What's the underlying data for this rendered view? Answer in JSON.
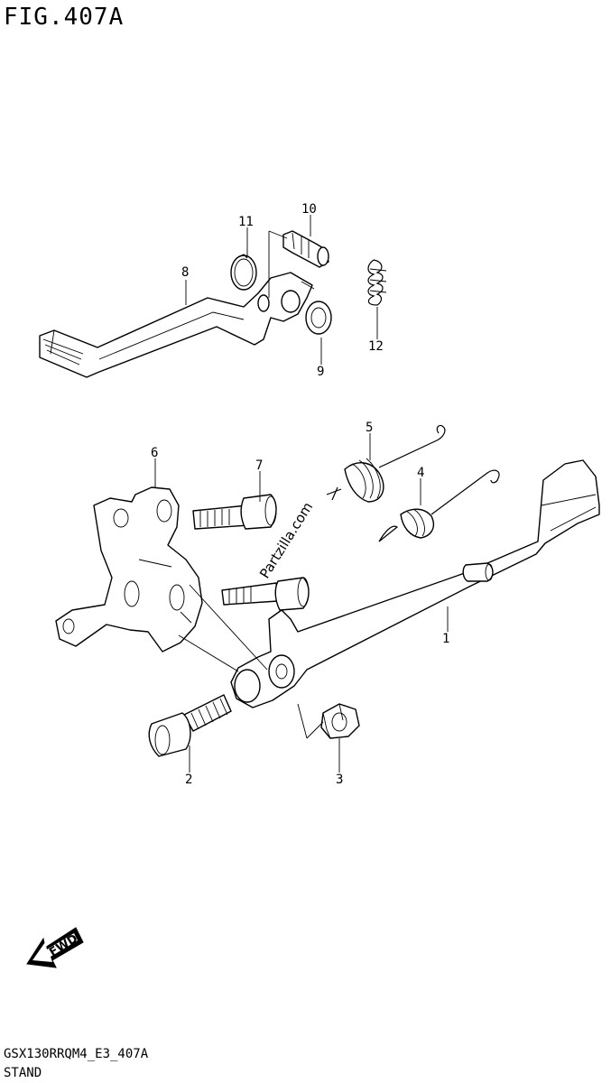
{
  "figure": {
    "title": "FIG.407A",
    "model_code": "GSX130RRQM4_E3_407A",
    "section_name": "STAND",
    "watermark": "Partzilla.com",
    "fwd_label": "FWD"
  },
  "callouts": [
    {
      "id": "1",
      "part": "side-stand"
    },
    {
      "id": "2",
      "part": "stand-bolt"
    },
    {
      "id": "3",
      "part": "nut"
    },
    {
      "id": "4",
      "part": "spring-inner"
    },
    {
      "id": "5",
      "part": "spring-outer"
    },
    {
      "id": "6",
      "part": "stand-bracket"
    },
    {
      "id": "7",
      "part": "bracket-bolt"
    },
    {
      "id": "8",
      "part": "shift-lever"
    },
    {
      "id": "9",
      "part": "washer"
    },
    {
      "id": "10",
      "part": "pivot-bolt"
    },
    {
      "id": "11",
      "part": "circlip"
    },
    {
      "id": "12",
      "part": "return-spring"
    }
  ]
}
